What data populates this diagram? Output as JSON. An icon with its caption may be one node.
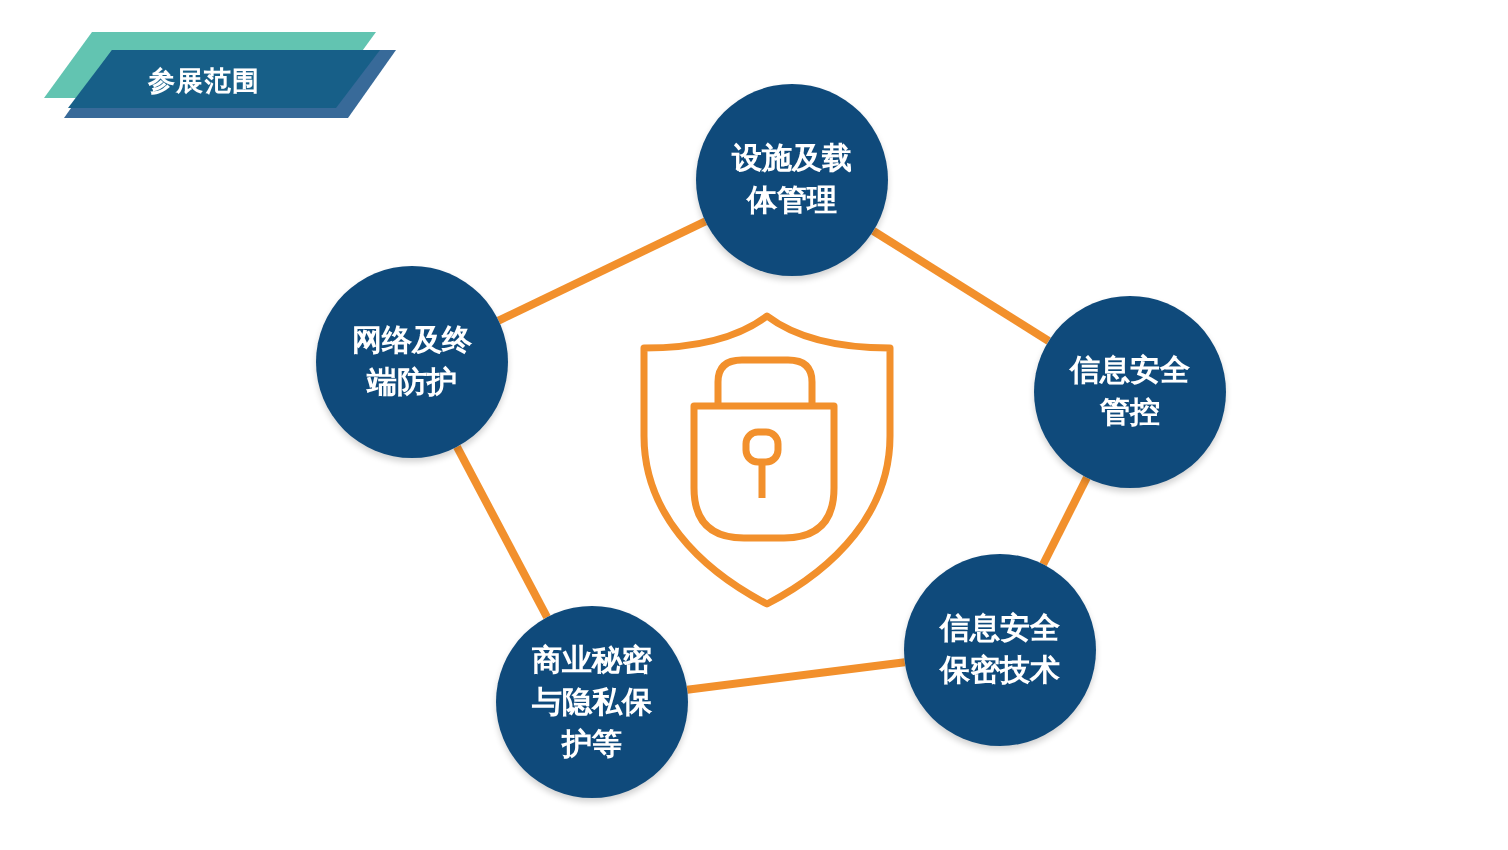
{
  "diagram": {
    "title": "参展范围",
    "nodes": [
      {
        "text": [
          "设施及载体管理"
        ]
      },
      {
        "text": [
          "网络及终端防护"
        ]
      },
      {
        "text": [
          "信息安全管控"
        ]
      },
      {
        "text": [
          "信息安全保密技术"
        ]
      },
      {
        "text": [
          "商业秘密与隐私保护等"
        ]
      }
    ],
    "edges": [
      {
        "from": 0,
        "to": 1,
        "arrow": "none"
      },
      {
        "from": 0,
        "to": 2,
        "arrow": "none"
      },
      {
        "from": 2,
        "to": 3,
        "arrow": "none"
      },
      {
        "from": 3,
        "to": 4,
        "arrow": "none"
      },
      {
        "from": 4,
        "to": 1,
        "arrow": "none"
      }
    ]
  }
}
